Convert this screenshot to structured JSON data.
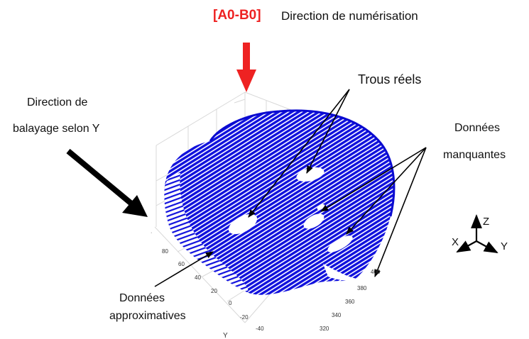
{
  "header": {
    "code": "[A0-B0]",
    "scan_direction": "Direction de numérisation"
  },
  "annotations": {
    "sweep_line1": "Direction de",
    "sweep_line2": "balayage selon Y",
    "real_holes": "Trous réels",
    "missing_line1": "Données",
    "missing_line2": "manquantes",
    "approx_line1": "Données",
    "approx_line2": "approximatives"
  },
  "axes": {
    "x": "X",
    "y": "Y",
    "z": "Z",
    "y_axis_letter": "Y",
    "left_ticks": [
      "80",
      "60",
      "40",
      "20",
      "0",
      "-20",
      "-40"
    ],
    "right_ticks": [
      "400",
      "380",
      "360",
      "340",
      "320"
    ]
  },
  "colors": {
    "surface": "#1010dd",
    "arrow_red": "#ee2222",
    "arrow_black": "#000000"
  }
}
